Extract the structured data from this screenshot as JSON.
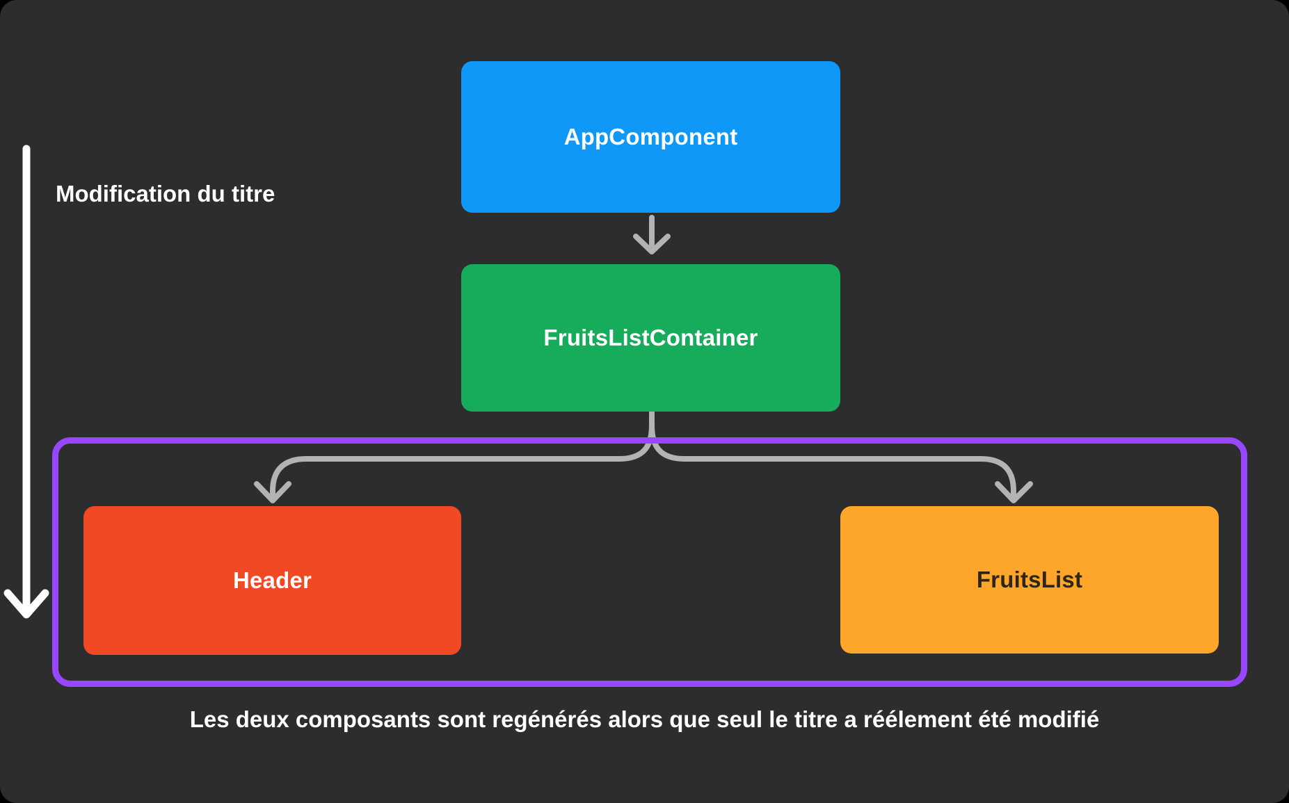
{
  "diagram": {
    "side_note": "Modification du titre",
    "caption": "Les deux composants sont regénérés alors que seul le titre a réélement été modifié",
    "nodes": {
      "app": {
        "label": "AppComponent",
        "color": "#1098f8",
        "text_color": "#ffffff"
      },
      "container": {
        "label": "FruitsListContainer",
        "color": "#17ab5c",
        "text_color": "#ffffff"
      },
      "header": {
        "label": "Header",
        "color": "#f04923",
        "text_color": "#ffffff"
      },
      "fruits_list": {
        "label": "FruitsList",
        "color": "#fda629",
        "text_color": "#2e2614"
      }
    },
    "colors": {
      "background": "#2d2d2e",
      "outer_frame": "#000000",
      "highlight_border": "#9747ff",
      "connector": "#b3b3b5",
      "side_arrow": "#ffffff"
    }
  }
}
